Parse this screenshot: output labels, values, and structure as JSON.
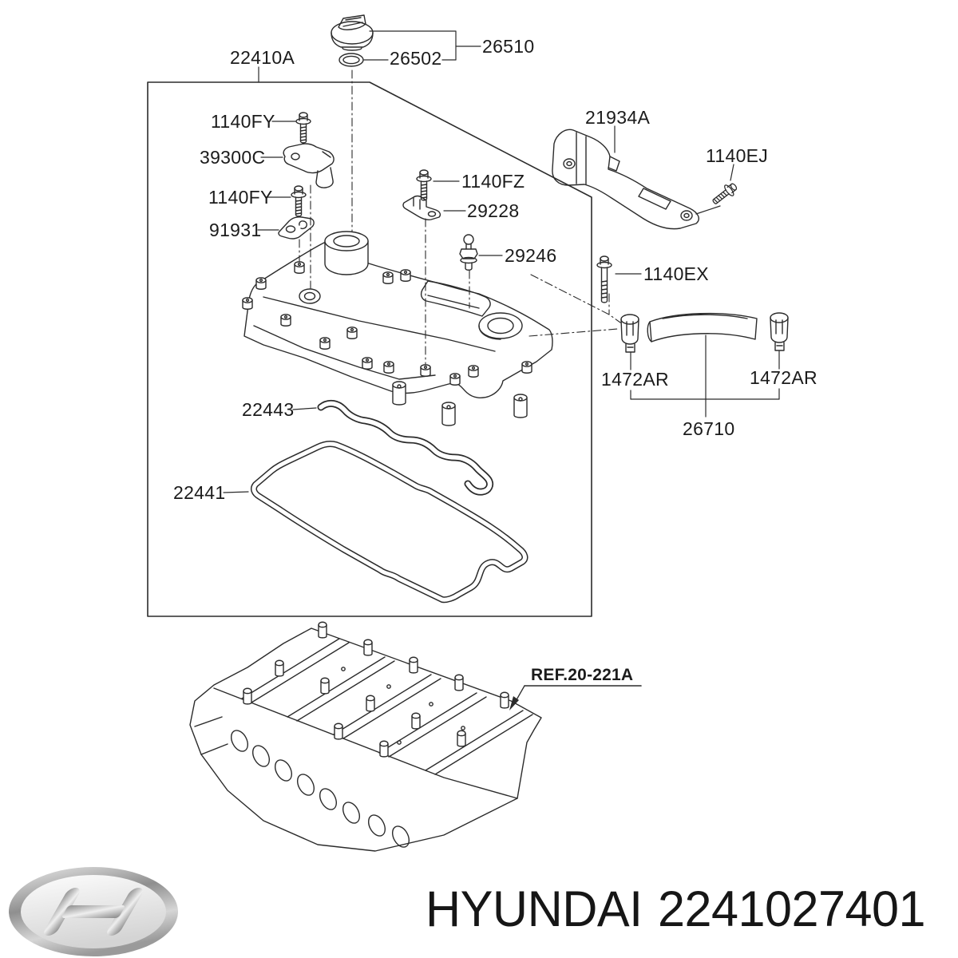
{
  "page": {
    "background": "#ffffff",
    "line_color": "#2b2b2b",
    "text_color": "#1b1b1b"
  },
  "diagram": {
    "assembly": {
      "label": "22410A"
    },
    "parts": [
      {
        "id": "oil-filler-cap",
        "label": "26510"
      },
      {
        "id": "filler-cap-oring",
        "label": "26502"
      },
      {
        "id": "bolt-upper",
        "label": "1140FY"
      },
      {
        "id": "camshaft-position-sensor",
        "label": "39300C"
      },
      {
        "id": "bolt-lower",
        "label": "1140FY"
      },
      {
        "id": "sensor-plate",
        "label": "91931"
      },
      {
        "id": "bolt-center",
        "label": "1140FZ"
      },
      {
        "id": "harness-bracket",
        "label": "29228"
      },
      {
        "id": "breather-valve",
        "label": "29246"
      },
      {
        "id": "cover-bracket",
        "label": "21934A"
      },
      {
        "id": "bolt-bracket",
        "label": "1140EJ"
      },
      {
        "id": "bolt-long",
        "label": "1140EX"
      },
      {
        "id": "hose-clamp-left",
        "label": "1472AR"
      },
      {
        "id": "hose-clamp-right",
        "label": "1472AR"
      },
      {
        "id": "breather-hose",
        "label": "26710"
      },
      {
        "id": "gasket-small",
        "label": "22443"
      },
      {
        "id": "gasket-main",
        "label": "22441"
      }
    ],
    "reference": {
      "label": "REF.20-221A"
    }
  },
  "footer": {
    "logo": "hyundai-logo",
    "brand": "HYUNDAI",
    "part_number": "2241027401"
  }
}
